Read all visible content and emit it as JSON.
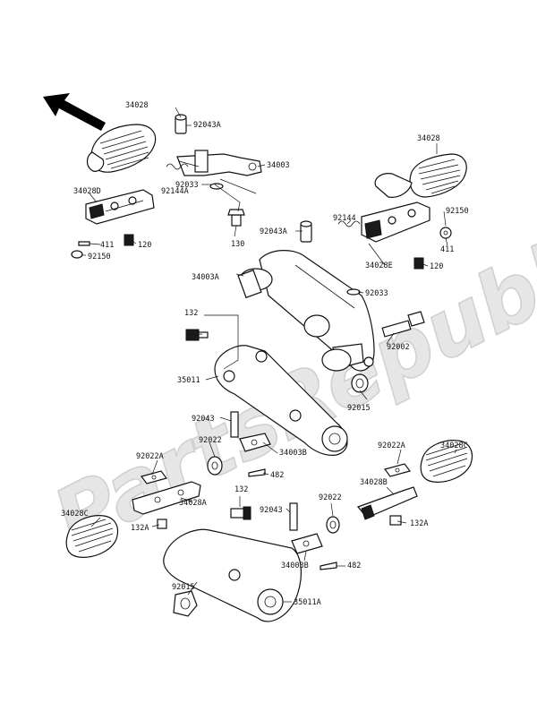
{
  "watermark": "PartsRepublik",
  "direction_arrow": "front-arrow-icon",
  "labels": {
    "l34028_a": "34028",
    "l92043a_a": "92043A",
    "l34003": "34003",
    "l34028d": "34028D",
    "l92144a": "92144A",
    "l92033_a": "92033",
    "l130": "130",
    "l411_a": "411",
    "l120_a": "120",
    "l92150_a": "92150",
    "l34028_b": "34028",
    "l92144": "92144",
    "l92150_b": "92150",
    "l92043a_b": "92043A",
    "l411_b": "411",
    "l34028e": "34028E",
    "l120_b": "120",
    "l34003a": "34003A",
    "l92033_b": "92033",
    "l132_a": "132",
    "l92002": "92002",
    "l35011": "35011",
    "l92015_a": "92015",
    "l92043_a": "92043",
    "l34003b_a": "34003B",
    "l92022_a": "92022",
    "l92022a_a": "92022A",
    "l482_a": "482",
    "l92022a_b": "92022A",
    "l34028c_a": "34028C",
    "l34028a": "34028A",
    "l132_b": "132",
    "l92043_b": "92043",
    "l92022_b": "92022",
    "l34028b": "34028B",
    "l34028c_b": "34028C",
    "l132a_a": "132A",
    "l132a_b": "132A",
    "l34003b_b": "34003B",
    "l482_b": "482",
    "l92015_b": "92015",
    "l35011a": "35011A"
  }
}
